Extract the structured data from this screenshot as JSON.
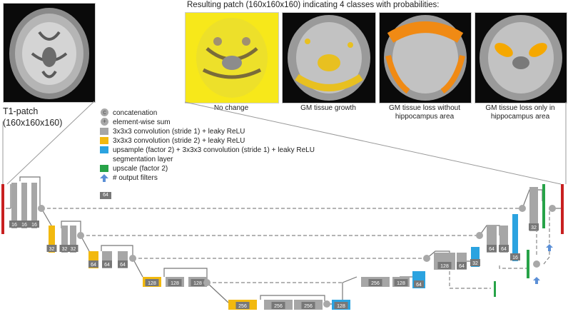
{
  "header": {
    "title": "Resulting patch (160x160x160) indicating 4 classes with probabilities:"
  },
  "input": {
    "caption_line1": "T1-patch",
    "caption_line2": "(160x160x160)"
  },
  "outputs": [
    {
      "caption": "No change",
      "overlay": "yellow-full"
    },
    {
      "caption": "GM tissue growth",
      "overlay": "yellow-sparse"
    },
    {
      "caption": "GM tissue loss without hippocampus area",
      "overlay": "orange-cortex"
    },
    {
      "caption": "GM tissue loss only in hippocampus area",
      "overlay": "orange-hippocampus"
    }
  ],
  "legend": {
    "concatenation": "concatenation",
    "sum": "element-wise sum",
    "conv": "3x3x3 convolution (stride 1) + leaky ReLU",
    "conv_stride2": "3x3x3 convolution (stride 2) + leaky ReLU",
    "upsample_line1": "upsample (factor 2) + 3x3x3 convolution (stride 1) + leaky ReLU",
    "upsample_line2": "segmentation layer",
    "upscale": "upscale (factor 2)",
    "arrow": "# output filters",
    "badge": "64",
    "concat_symbol": "c",
    "sum_symbol": "+"
  },
  "colors": {
    "conv": "#a6a6a6",
    "stride2": "#f2b90f",
    "upsample": "#2ba3e0",
    "upscale": "#27a348",
    "io": "#c82020",
    "badge": "#777777",
    "arrow": "#5b8fd6"
  },
  "network": {
    "filters": {
      "l1": "16",
      "l2": "32",
      "l3": "64",
      "l4": "128",
      "l5": "256",
      "u4": "128",
      "u3": "64",
      "u2": "64",
      "u1": "32",
      "up5": "128",
      "up4": "64",
      "up3": "32",
      "up2": "16"
    }
  }
}
